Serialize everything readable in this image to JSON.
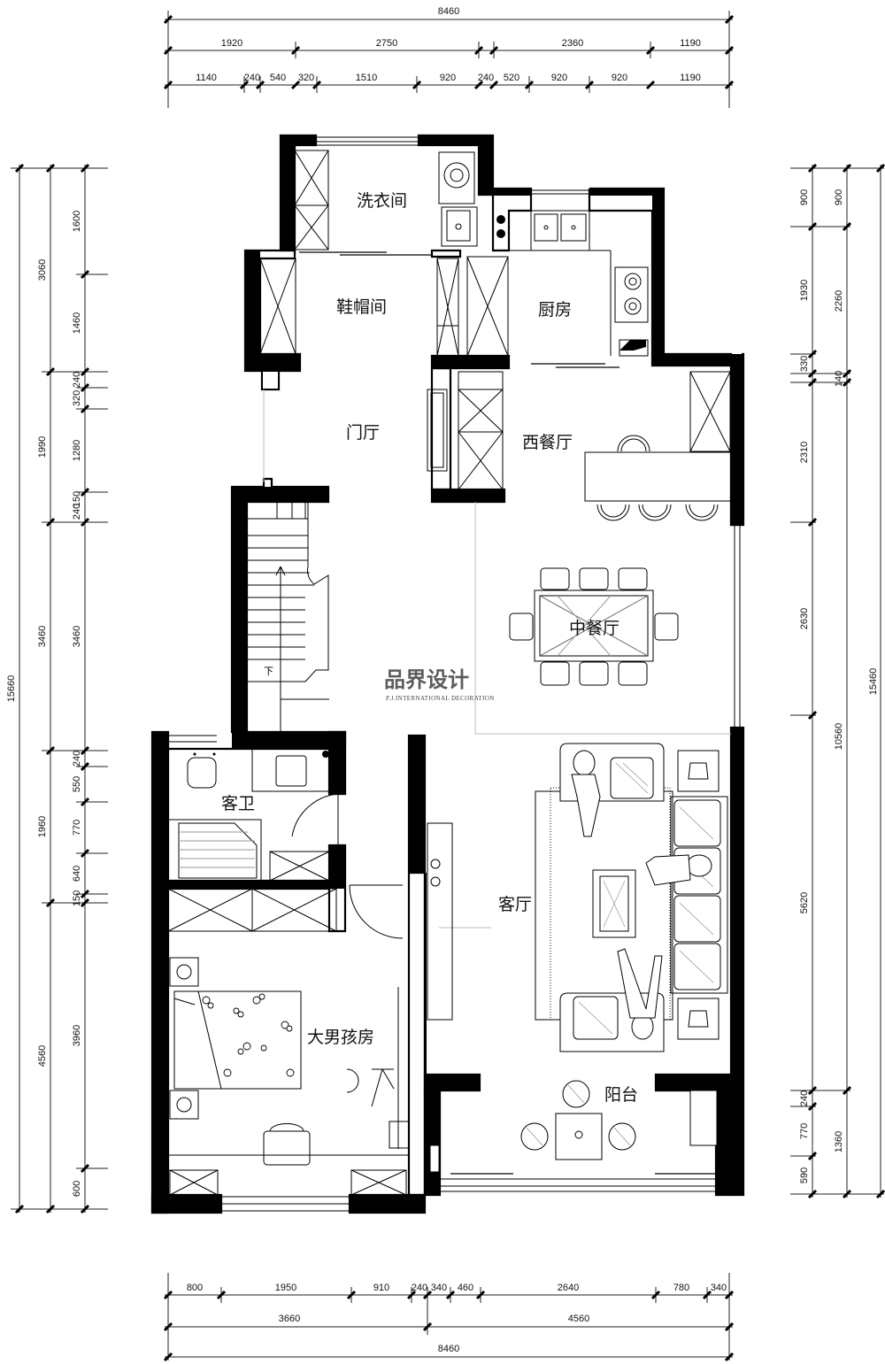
{
  "rooms": {
    "laundry": "洗衣间",
    "cloakroom": "鞋帽间",
    "kitchen": "厨房",
    "foyer": "门厅",
    "western_dining": "西餐厅",
    "chinese_dining": "中餐厅",
    "guest_bath": "客卫",
    "living_room": "客厅",
    "boys_room": "大男孩房",
    "balcony": "阳台"
  },
  "stair_mark": "下",
  "logo": {
    "main": "品界设计",
    "sub": "P.J.INTERNATIONAL DECORATION"
  },
  "dims": {
    "top_total": "8460",
    "top_mid": [
      "1920",
      "2750",
      "2360",
      "1190"
    ],
    "top_detail": [
      "1140",
      "240",
      "540",
      "320",
      "1510",
      "920",
      "240",
      "520",
      "920",
      "920",
      "1190"
    ],
    "bottom_detail": [
      "800",
      "1950",
      "910",
      "240",
      "340",
      "460",
      "2640",
      "780",
      "340"
    ],
    "bottom_mid": [
      "3660",
      "4560"
    ],
    "bottom_total": "8460",
    "left_total": "15660",
    "left_mid": [
      "3060",
      "1990",
      "3460",
      "1960",
      "4560"
    ],
    "left_inner": [
      "1600",
      "1460",
      "240",
      "320",
      "1280",
      "150",
      "240",
      "3460",
      "240",
      "550",
      "770",
      "640",
      "150",
      "3960",
      "600"
    ],
    "right_total": "15460",
    "right_mid": [
      "900",
      "2260",
      "140",
      "10560",
      "1360"
    ],
    "right_inner": [
      "900",
      "1930",
      "330",
      "2310",
      "2630",
      "5620",
      "240",
      "770",
      "590"
    ]
  }
}
